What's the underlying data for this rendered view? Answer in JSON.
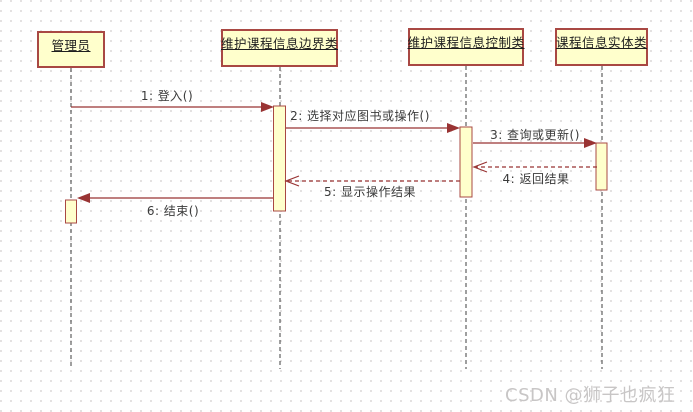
{
  "diagram": {
    "type": "uml-sequence",
    "objects": [
      {
        "id": "actor",
        "label": "管理员",
        "stereotype": "actor"
      },
      {
        "id": "boundary",
        "label": "维护课程信息边界类",
        "stereotype": "boundary-class"
      },
      {
        "id": "control",
        "label": "维护课程信息控制类",
        "stereotype": "control-class"
      },
      {
        "id": "entity",
        "label": "课程信息实体类",
        "stereotype": "entity-class"
      }
    ],
    "messages": [
      {
        "seq": 1,
        "label": "1: 登入()",
        "from": "管理员",
        "to": "维护课程信息边界类",
        "line": "solid",
        "arrow": "filled"
      },
      {
        "seq": 2,
        "label": "2: 选择对应图书或操作()",
        "from": "维护课程信息边界类",
        "to": "维护课程信息控制类",
        "line": "solid",
        "arrow": "filled"
      },
      {
        "seq": 3,
        "label": "3: 查询或更新()",
        "from": "维护课程信息控制类",
        "to": "课程信息实体类",
        "line": "solid",
        "arrow": "filled"
      },
      {
        "seq": 4,
        "label": "4: 返回结果",
        "from": "课程信息实体类",
        "to": "维护课程信息控制类",
        "line": "dashed",
        "arrow": "open"
      },
      {
        "seq": 5,
        "label": "5: 显示操作结果",
        "from": "维护课程信息控制类",
        "to": "维护课程信息边界类",
        "line": "dashed",
        "arrow": "open"
      },
      {
        "seq": 6,
        "label": "6: 结束()",
        "from": "维护课程信息边界类",
        "to": "管理员",
        "line": "solid",
        "arrow": "filled"
      }
    ],
    "colors": {
      "box_fill": "#ffffcc",
      "box_border": "#a94843",
      "message_line": "#993333",
      "lifeline": "#3f3f3f",
      "label_text": "#3a3a3a",
      "background_dot": "#e2dfdf"
    }
  },
  "watermark": {
    "text": "CSDN @狮子也疯狂",
    "color": "#c8c6c6"
  }
}
